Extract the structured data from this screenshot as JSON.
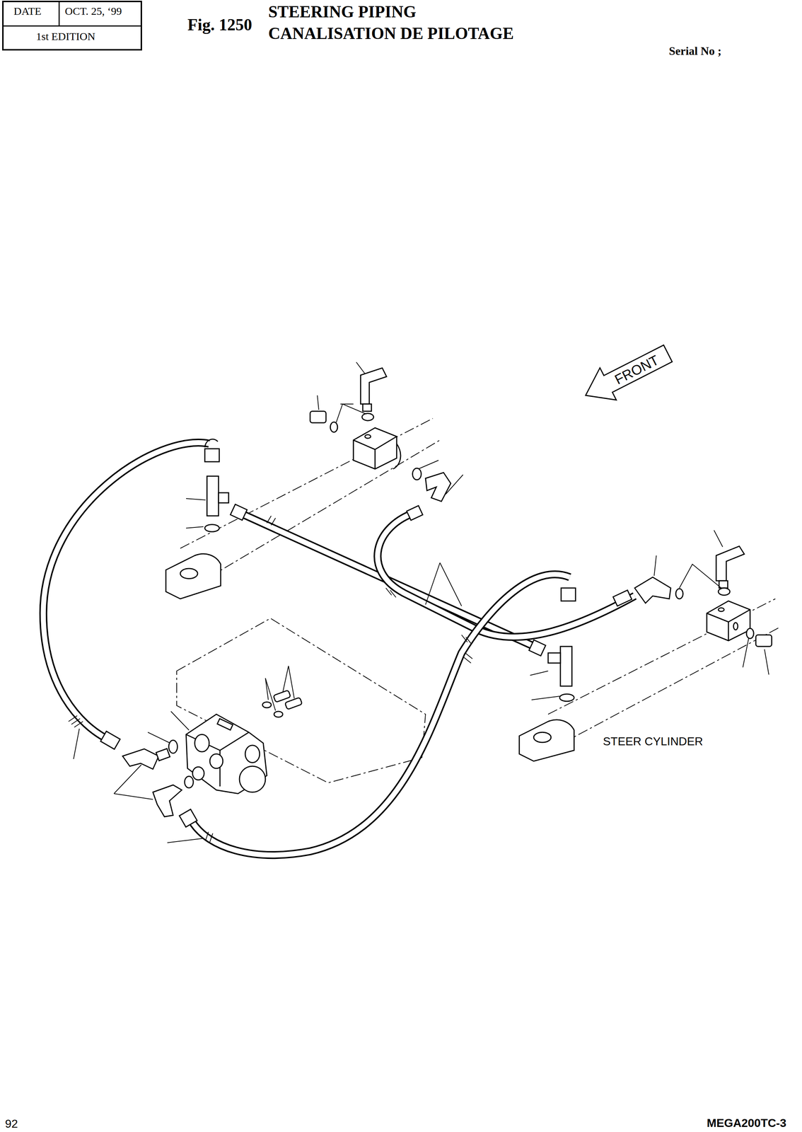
{
  "diagram": {
    "title": "STEERING PIPING",
    "labels": [
      "DATE",
      "OCT. 25, ‘99",
      "1st EDITION",
      "Fig. 1250",
      "CANALISATION DE PILOTAGE",
      "Serial No ;",
      "FRONT",
      "STEER CYLINDER",
      "92",
      "MEGA200TC-3"
    ]
  }
}
